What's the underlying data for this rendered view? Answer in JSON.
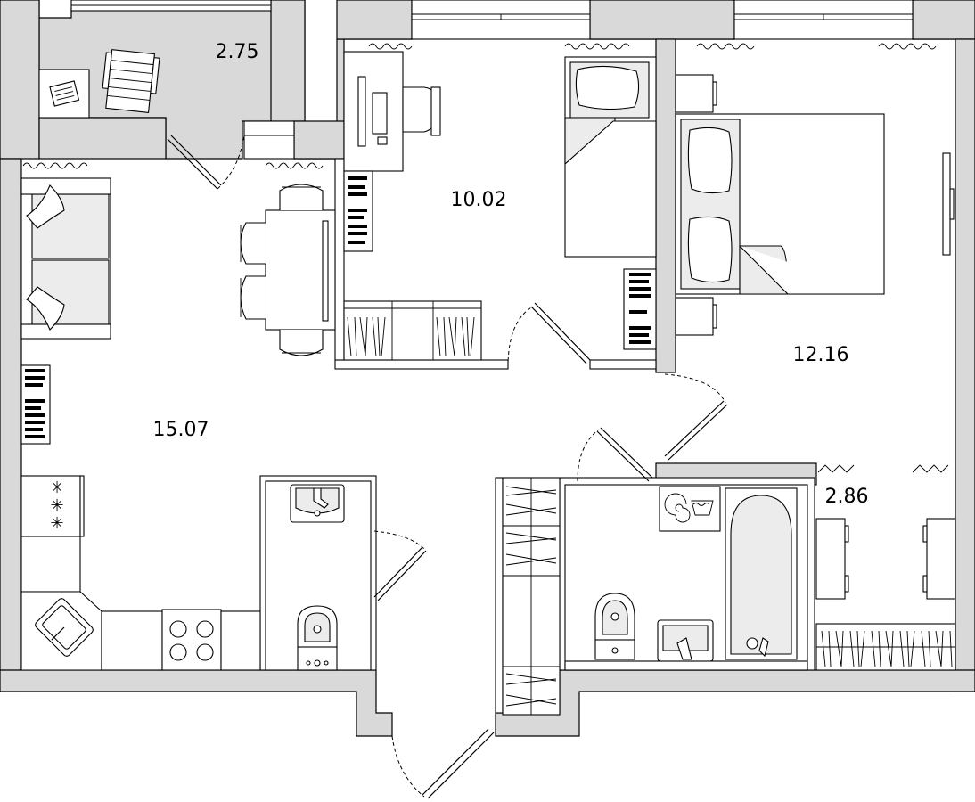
{
  "plan": {
    "rooms": [
      {
        "id": "loggia",
        "area": "2.75"
      },
      {
        "id": "bedroom-small",
        "area": "10.02"
      },
      {
        "id": "bedroom-large",
        "area": "12.16"
      },
      {
        "id": "living-kitchen",
        "area": "15.07"
      },
      {
        "id": "hall",
        "area": "2.86"
      }
    ]
  },
  "colors": {
    "wall": "#d9d9d9",
    "outline": "#000000",
    "fixture": "#ececec",
    "background": "#ffffff"
  },
  "icons": [
    "armchair-icon",
    "newspaper-icon",
    "sofa-icon",
    "dining-table-icon",
    "chair-icon",
    "desk-icon",
    "computer-icon",
    "bed-icon",
    "pillow-icon",
    "bookshelf-icon",
    "wardrobe-icon",
    "curtain-icon",
    "door-icon",
    "stove-icon",
    "kitchen-sink-icon",
    "hob-icon",
    "toilet-icon",
    "sink-icon",
    "bathtub-icon",
    "washing-machine-icon",
    "tv-icon",
    "dresser-icon"
  ]
}
